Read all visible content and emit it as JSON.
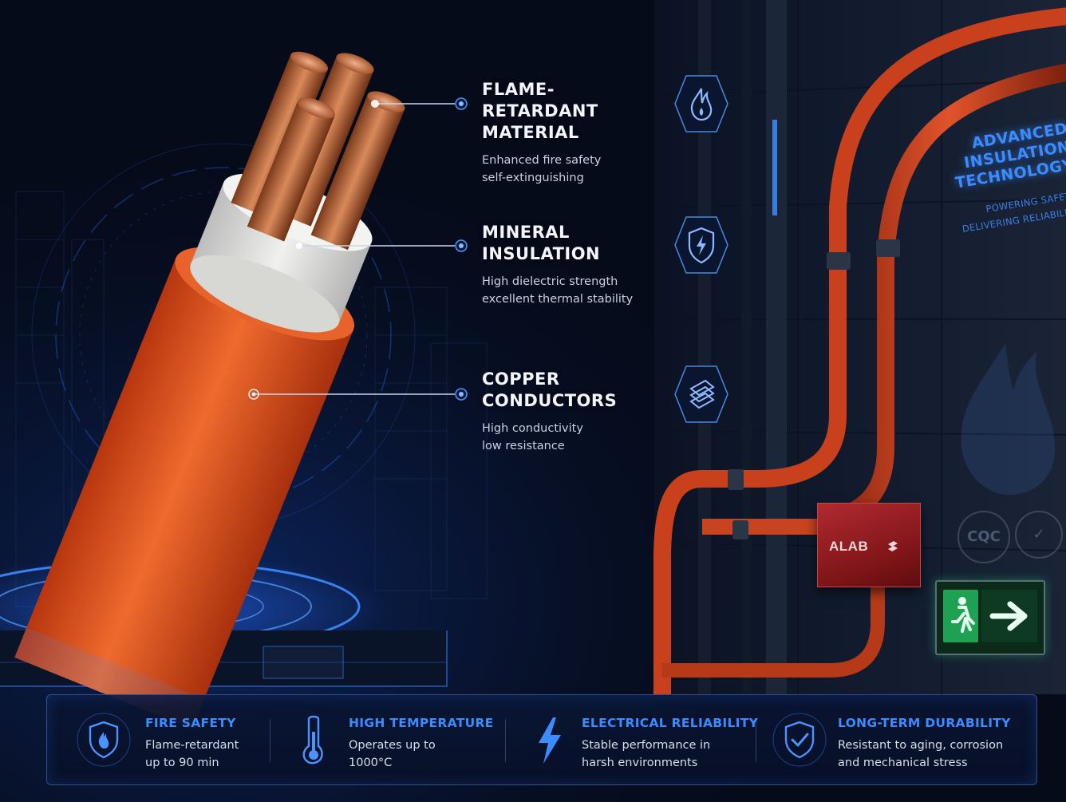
{
  "features": [
    {
      "title": "FLAME-RETARDANT\nMATERIAL",
      "desc": "Enhanced fire safety\nself-extinguishing",
      "icon": "flame-icon"
    },
    {
      "title": "MINERAL\nINSULATION",
      "desc": "High dielectric strength\nexcellent thermal stability",
      "icon": "lightning-shield-icon"
    },
    {
      "title": "COPPER\nCONDUCTORS",
      "desc": "High conductivity\nlow resistance",
      "icon": "layers-icon"
    }
  ],
  "wall": {
    "title": "ADVANCED\nINSULATION\nTECHNOLOGY",
    "subtitle": "POWERING SAFETY.\nDELIVERING RELIABILITY."
  },
  "junction_box_label": "ALAB",
  "certifications": [
    "CQC"
  ],
  "bottom_features": [
    {
      "title": "FIRE SAFETY",
      "desc": "Flame-retardant\nup to 90 min",
      "icon": "shield-flame-icon"
    },
    {
      "title": "HIGH TEMPERATURE",
      "desc": "Operates up to\n1000°C",
      "icon": "thermometer-icon"
    },
    {
      "title": "ELECTRICAL RELIABILITY",
      "desc": "Stable performance in\nharsh environments",
      "icon": "lightning-bolt-icon"
    },
    {
      "title": "LONG-TERM DURABILITY",
      "desc": "Resistant to aging, corrosion\nand mechanical stress",
      "icon": "shield-check-icon"
    }
  ],
  "colors": {
    "accent": "#3d8cff",
    "cable_orange": "#e2541f",
    "copper": "#c8754a",
    "background": "#050a18"
  }
}
